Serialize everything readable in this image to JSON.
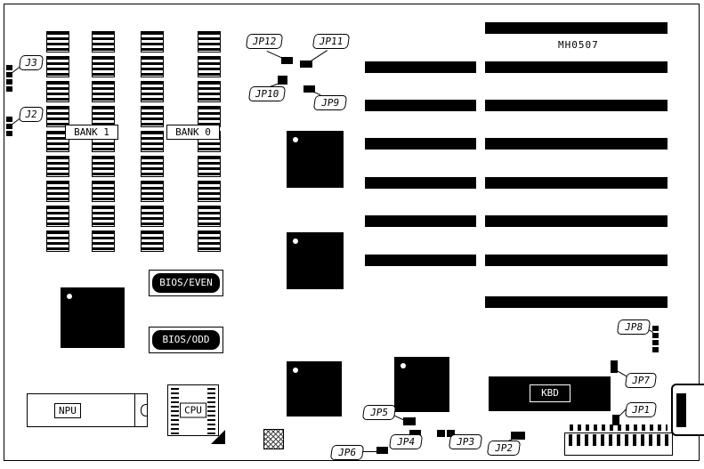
{
  "diagram": {
    "part_number": "MH0507",
    "memory": {
      "bank1_label": "BANK 1",
      "bank0_label": "BANK 0",
      "rows": 9,
      "columns": 4
    },
    "expansion_slots": {
      "long_count": 8,
      "short_count": 6
    },
    "connectors": {
      "j3": "J3",
      "j2": "J2"
    },
    "pin_headers": {
      "j3_pins": 4,
      "j2_pins": 3,
      "jp8_pins": 4,
      "bottom_header_pins": 13
    },
    "jumpers": {
      "jp1": "JP1",
      "jp2": "JP2",
      "jp3": "JP3",
      "jp4": "JP4",
      "jp5": "JP5",
      "jp6": "JP6",
      "jp7": "JP7",
      "jp8": "JP8",
      "jp9": "JP9",
      "jp10": "JP10",
      "jp11": "JP11",
      "jp12": "JP12"
    },
    "chips": {
      "bios_even": "BIOS/EVEN",
      "bios_odd": "BIOS/ODD",
      "npu": "NPU",
      "cpu": "CPU",
      "kbd": "KBD"
    }
  }
}
